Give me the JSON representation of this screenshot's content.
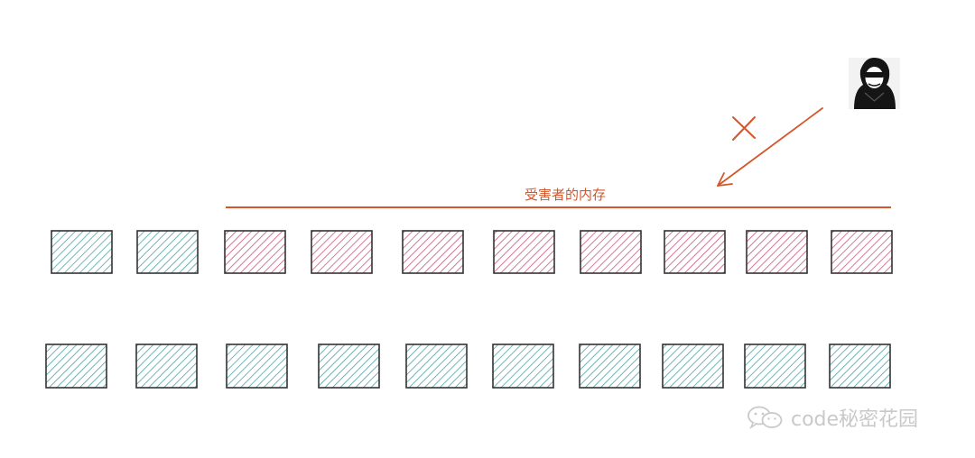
{
  "diagram": {
    "victim_memory_label": "受害者的内存",
    "attacker_icon": "hacker-icon",
    "blocked_mark": "cross-icon",
    "colors": {
      "accent": "#d4562a",
      "victim_fill": "#c9577c",
      "normal_fill": "#4ea3a6",
      "border": "#333333",
      "watermark": "#c9c9c9"
    },
    "rows": [
      {
        "blocks": [
          "normal",
          "normal",
          "victim",
          "victim",
          "victim",
          "victim",
          "victim",
          "victim",
          "victim",
          "victim"
        ]
      },
      {
        "blocks": [
          "normal",
          "normal",
          "normal",
          "normal",
          "normal",
          "normal",
          "normal",
          "normal",
          "normal",
          "normal"
        ]
      }
    ]
  },
  "watermark": {
    "text": "code秘密花园",
    "icon": "wechat-icon"
  }
}
